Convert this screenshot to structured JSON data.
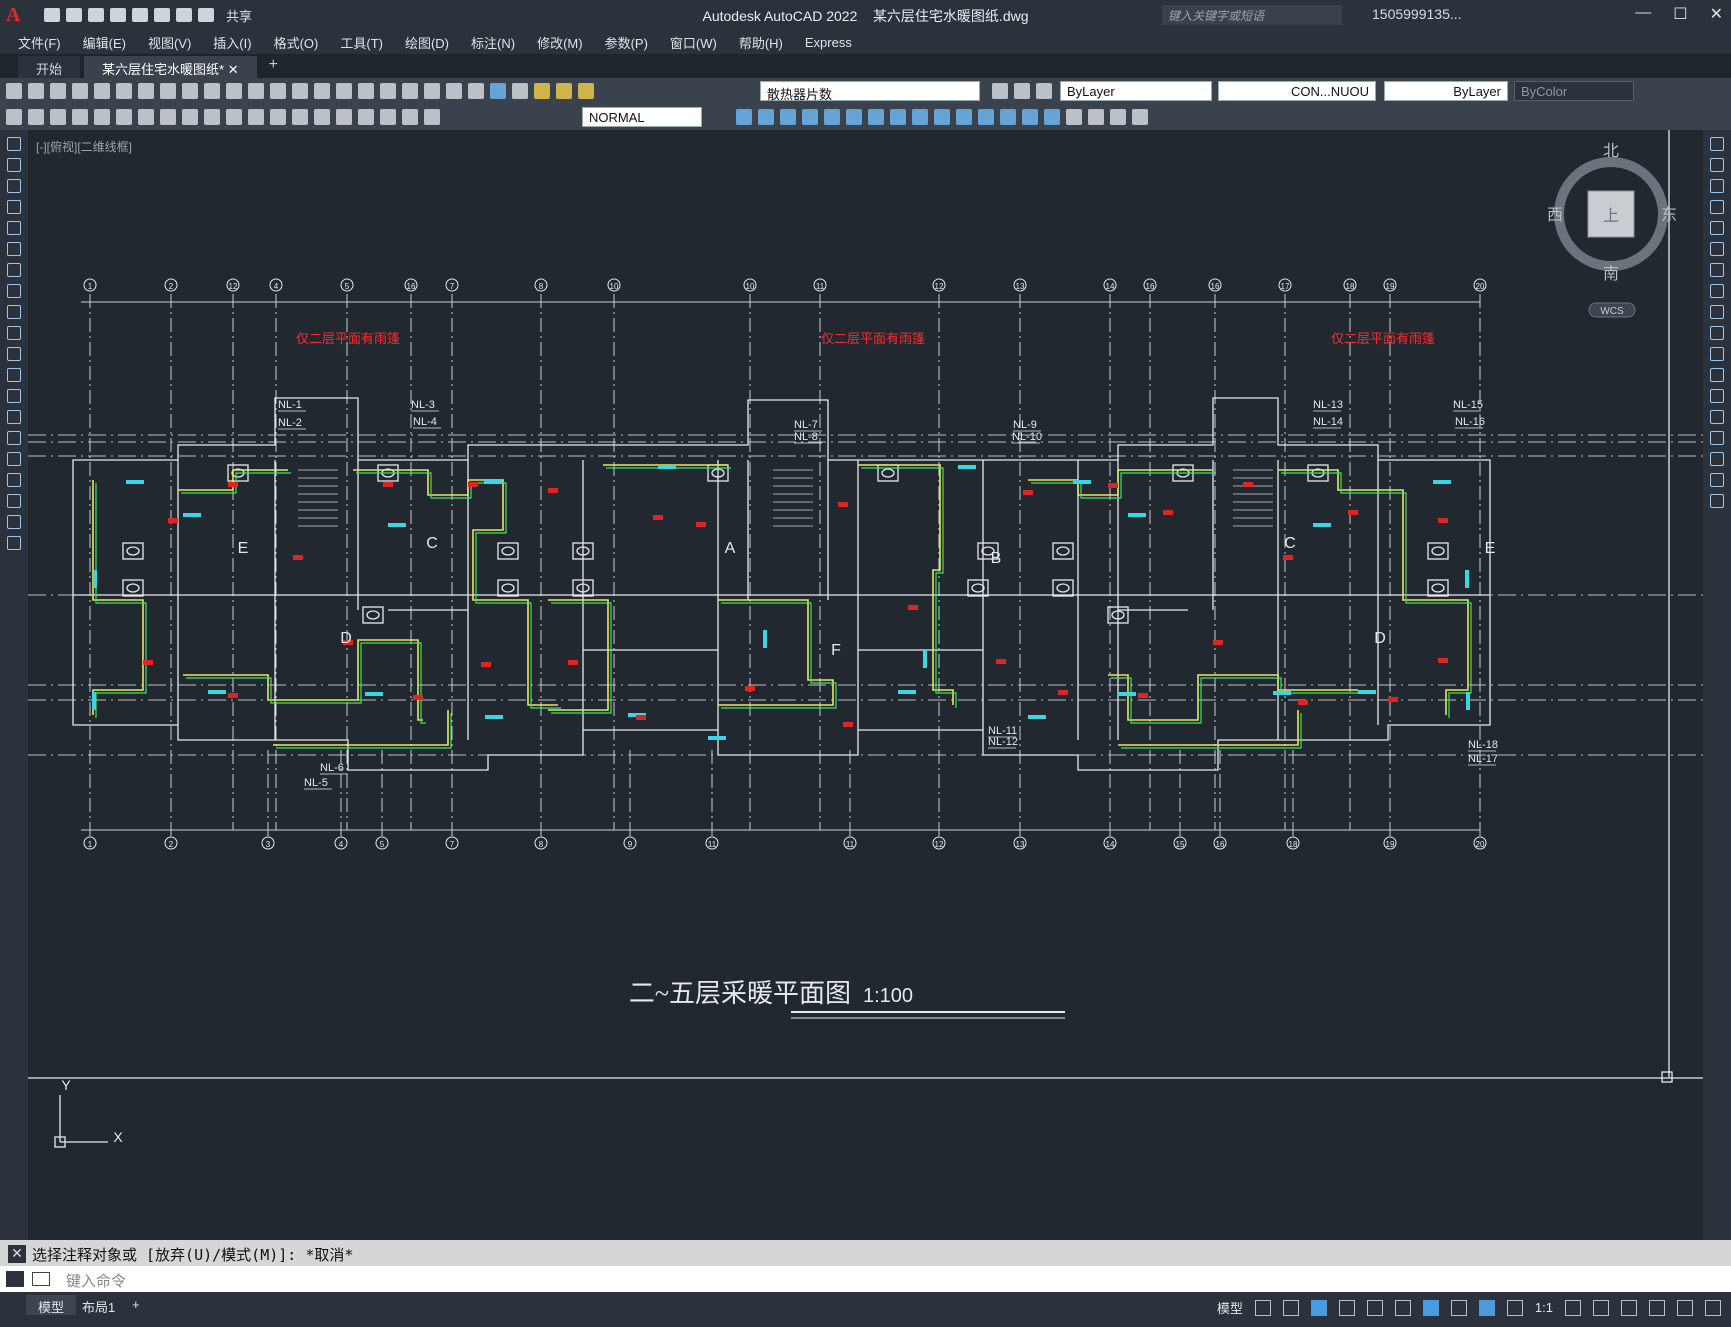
{
  "titlebar": {
    "app": "Autodesk AutoCAD 2022",
    "file": "某六层住宅水暖图纸.dwg",
    "share": "共享",
    "search_placeholder": "键入关键字或短语",
    "user": "1505999135..."
  },
  "menu": [
    "文件(F)",
    "编辑(E)",
    "视图(V)",
    "插入(I)",
    "格式(O)",
    "工具(T)",
    "绘图(D)",
    "标注(N)",
    "修改(M)",
    "参数(P)",
    "窗口(W)",
    "帮助(H)",
    "Express"
  ],
  "tabs": {
    "start": "开始",
    "doc": "某六层住宅水暖图纸*"
  },
  "toolbar": {
    "layer": "散热器片数",
    "color": "ByLayer",
    "linetype": "CON...NUOU",
    "lineweight": "ByLayer",
    "plotstyle": "ByColor",
    "dimstyle": "NORMAL"
  },
  "viewport_label": "[-][俯视][二维线框]",
  "viewcube": {
    "n": "北",
    "s": "南",
    "e": "东",
    "w": "西",
    "top": "上",
    "wcs": "WCS"
  },
  "drawing": {
    "title": "二~五层采暖平面图",
    "scale": "1:100",
    "notes": [
      "仅二层平面有雨篷",
      "仅二层平面有雨篷",
      "仅二层平面有雨篷"
    ],
    "units": [
      "E",
      "C",
      "A",
      "B",
      "C",
      "E",
      "D",
      "F",
      "D"
    ],
    "risers": [
      "NL-1",
      "NL-2",
      "NL-3",
      "NL-4",
      "NL-5",
      "NL-6",
      "NL-7",
      "NL-8",
      "NL-9",
      "NL-10",
      "NL-11",
      "NL-12",
      "NL-13",
      "NL-14",
      "NL-15",
      "NL-16",
      "NL-17",
      "NL-18"
    ],
    "axes_top": [
      "1",
      "2",
      "12",
      "4",
      "5",
      "16",
      "7",
      "8",
      "10",
      "10",
      "11",
      "12",
      "13",
      "14",
      "16",
      "16",
      "17",
      "18",
      "19",
      "20"
    ],
    "axes_bottom": [
      "1",
      "2",
      "3",
      "4",
      "5",
      "7",
      "8",
      "9",
      "11",
      "11",
      "12",
      "13",
      "14",
      "15",
      "16",
      "18",
      "19",
      "20"
    ],
    "ucs_x": "X",
    "ucs_y": "Y"
  },
  "command": {
    "history": "选择注释对象或 [放弃(U)/模式(M)]: *取消*",
    "placeholder": "键入命令"
  },
  "status": {
    "model": "模型",
    "layout1": "布局1",
    "model_btn": "模型",
    "scale": "1:1"
  }
}
